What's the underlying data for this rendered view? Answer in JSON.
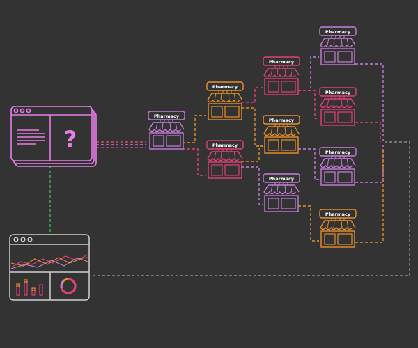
{
  "diagram": {
    "pharmacy_label": "Pharmacy",
    "question_mark": "?",
    "colors": {
      "background": "#333333",
      "violet": "#c77ddb",
      "pink": "#e0407a",
      "orange": "#e8902a",
      "magenta": "#e23ea0",
      "green": "#3fb55a",
      "gray": "#8a8a8a",
      "dashboard_border": "#cfcfcf",
      "window_border": "#e67ee6"
    },
    "pharmacies": [
      {
        "id": "level1",
        "color": "violet"
      },
      {
        "id": "level2-top",
        "color": "orange"
      },
      {
        "id": "level2-bottom",
        "color": "pink"
      },
      {
        "id": "level3-top",
        "color": "pink"
      },
      {
        "id": "level3-middle",
        "color": "orange"
      },
      {
        "id": "level3-bottom",
        "color": "violet"
      },
      {
        "id": "level4-1",
        "color": "violet"
      },
      {
        "id": "level4-2",
        "color": "pink"
      },
      {
        "id": "level4-3",
        "color": "violet"
      },
      {
        "id": "level4-4",
        "color": "orange"
      }
    ]
  }
}
